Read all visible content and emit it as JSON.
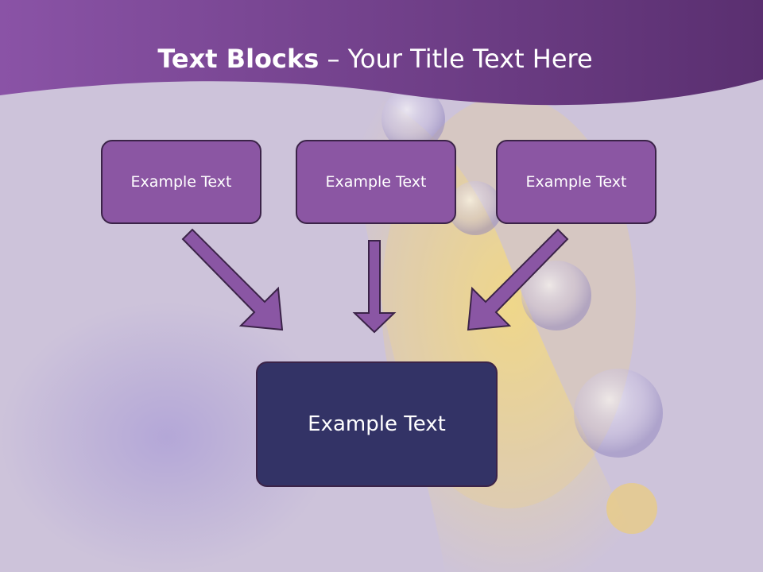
{
  "slide": {
    "title_bold": "Text Blocks",
    "title_rest": " – Your Title Text Here"
  },
  "diagram": {
    "sources": [
      {
        "label": "Example Text"
      },
      {
        "label": "Example Text"
      },
      {
        "label": "Example Text"
      }
    ],
    "target": {
      "label": "Example Text"
    }
  },
  "colors": {
    "header": "#6f3f8e",
    "source_box": "#8b56a3",
    "target_box": "#333366",
    "arrow": "#8a56a4"
  }
}
